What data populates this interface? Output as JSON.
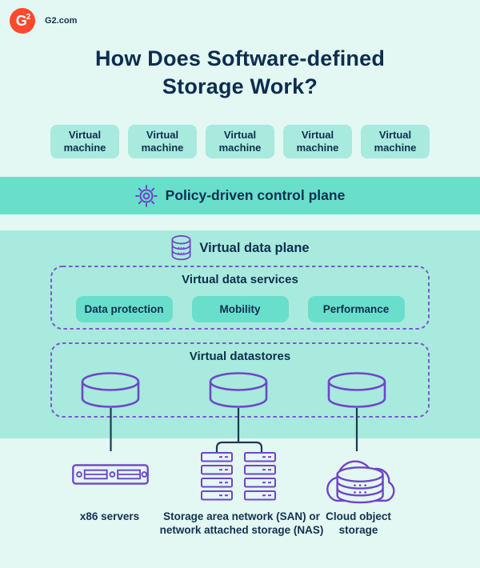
{
  "header": {
    "site_label": "G2.com",
    "logo_letter": "G",
    "logo_sup": "2"
  },
  "title": {
    "full": "How Does Software-defined Storage Work?",
    "lines": [
      "How Does Software-defined",
      "Storage Work?"
    ]
  },
  "vm_row": {
    "labels": [
      "Virtual machine",
      "Virtual machine",
      "Virtual machine",
      "Virtual machine",
      "Virtual machine"
    ]
  },
  "control_plane": {
    "label": "Policy-driven control plane",
    "icon": "gear-icon"
  },
  "data_plane": {
    "title": "Virtual data plane",
    "icon": "database-icon",
    "services": {
      "title": "Virtual data services",
      "chips": [
        "Data protection",
        "Mobility",
        "Performance"
      ]
    },
    "datastores": {
      "title": "Virtual datastores",
      "cylinder_count": "3"
    }
  },
  "hardware": {
    "items": [
      {
        "label": "x86 servers",
        "lines": [
          "x86 servers"
        ],
        "icon": "x86-server-icon"
      },
      {
        "label": "Storage area network (SAN) or network attached storage (NAS)",
        "lines": [
          "Storage area network (SAN) or",
          "network attached storage (NAS)"
        ],
        "icon": "san-nas-rack-icon"
      },
      {
        "label": "Cloud object storage",
        "lines": [
          "Cloud object",
          "storage"
        ],
        "icon": "cloud-storage-icon"
      }
    ]
  },
  "colors": {
    "background": "#e3f7f3",
    "teal_light": "#a8eadd",
    "teal_medium": "#69dfcb",
    "purple": "#6f46c7",
    "purple_dash": "#7e57d1",
    "navy": "#0e2f50",
    "connector": "#1d3a52",
    "logo_red": "#ff492c"
  }
}
